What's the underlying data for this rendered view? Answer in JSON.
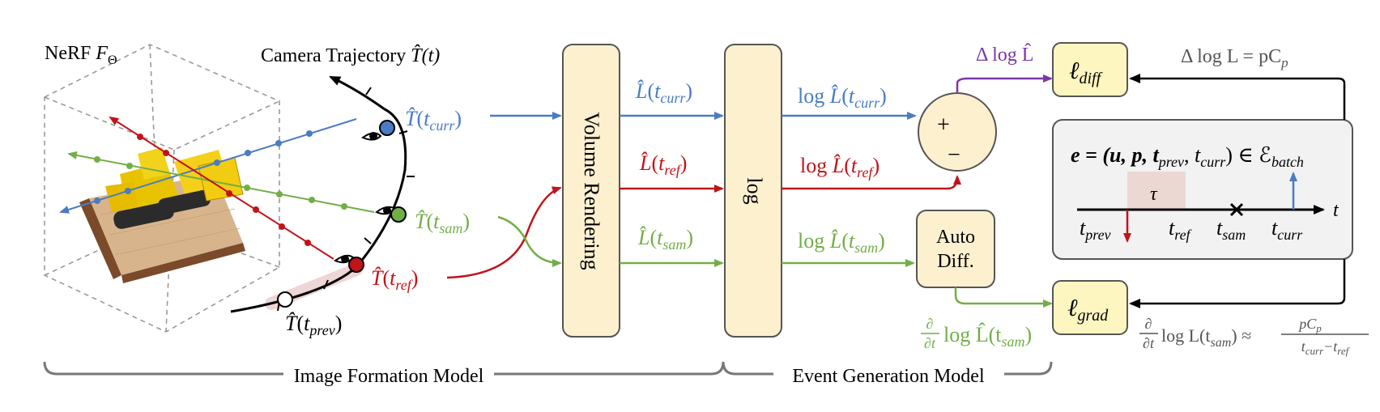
{
  "colors": {
    "blue": "#4a7cc4",
    "red": "#c0141a",
    "green": "#72ae47",
    "purple": "#7a36a8",
    "black": "#000000",
    "gray_text": "#555555",
    "box_fill": "#fdf0cf",
    "box_stroke": "#555555",
    "event_fill": "#f2f2f2",
    "tau_fill": "#ecd8d3",
    "loss_fill": "#fdf6c0"
  },
  "nerf": {
    "label": "NeRF",
    "symbol": "F",
    "subscript": "Θ"
  },
  "trajectory": {
    "title": "Camera Trajectory",
    "symbol": "T̂(t)"
  },
  "poses": {
    "curr": {
      "symbol": "T̂",
      "sub": "curr"
    },
    "sam": {
      "symbol": "T̂",
      "sub": "sam"
    },
    "ref": {
      "symbol": "T̂",
      "sub": "ref"
    },
    "prev": {
      "symbol": "T̂",
      "sub": "prev"
    }
  },
  "blocks": {
    "volume_rendering": "Volume Rendering",
    "log": "log",
    "plus": "+",
    "minus": "−",
    "auto_diff_line1": "Auto",
    "auto_diff_line2": "Diff."
  },
  "signals": {
    "L_curr": {
      "prefix": "",
      "symbol": "L̂",
      "sub": "curr"
    },
    "L_ref": {
      "prefix": "",
      "symbol": "L̂",
      "sub": "ref"
    },
    "L_sam": {
      "prefix": "",
      "symbol": "L̂",
      "sub": "sam"
    },
    "logL_curr": {
      "prefix": "log ",
      "symbol": "L̂",
      "sub": "curr"
    },
    "logL_ref": {
      "prefix": "log ",
      "symbol": "L̂",
      "sub": "ref"
    },
    "logL_sam": {
      "prefix": "log ",
      "symbol": "L̂",
      "sub": "sam"
    },
    "delta_log_L": "Δ log L̂",
    "grad_log_L": "log L̂(t",
    "grad_sub": "sam",
    "partial_num": "∂",
    "partial_den": "∂t"
  },
  "losses": {
    "diff": {
      "symbol": "ℓ",
      "sub": "diff"
    },
    "grad": {
      "symbol": "ℓ",
      "sub": "grad"
    }
  },
  "event": {
    "tuple_lhs": "e = (u, p, t",
    "prev": "prev",
    "curr": "curr",
    "in_set": "∈ ℰ",
    "batch": "batch",
    "tau": "τ",
    "t_axis": "t",
    "t_prev": {
      "symbol": "t",
      "sub": "prev"
    },
    "t_ref": {
      "symbol": "t",
      "sub": "ref"
    },
    "t_sam": {
      "symbol": "t",
      "sub": "sam"
    },
    "t_curr": {
      "symbol": "t",
      "sub": "curr"
    }
  },
  "equations": {
    "top_right": "Δ log L = pC",
    "top_right_sub": "p",
    "bottom_right_lhs": "log L(t",
    "bottom_right_sub": "sam",
    "bottom_right_approx": ") ≈",
    "frac_num": "pC",
    "frac_num_sub": "p",
    "frac_den_a": "t",
    "frac_den_a_sub": "curr",
    "frac_den_minus": "−t",
    "frac_den_b_sub": "ref"
  },
  "brackets": {
    "image_formation": "Image Formation Model",
    "event_generation": "Event Generation Model"
  }
}
